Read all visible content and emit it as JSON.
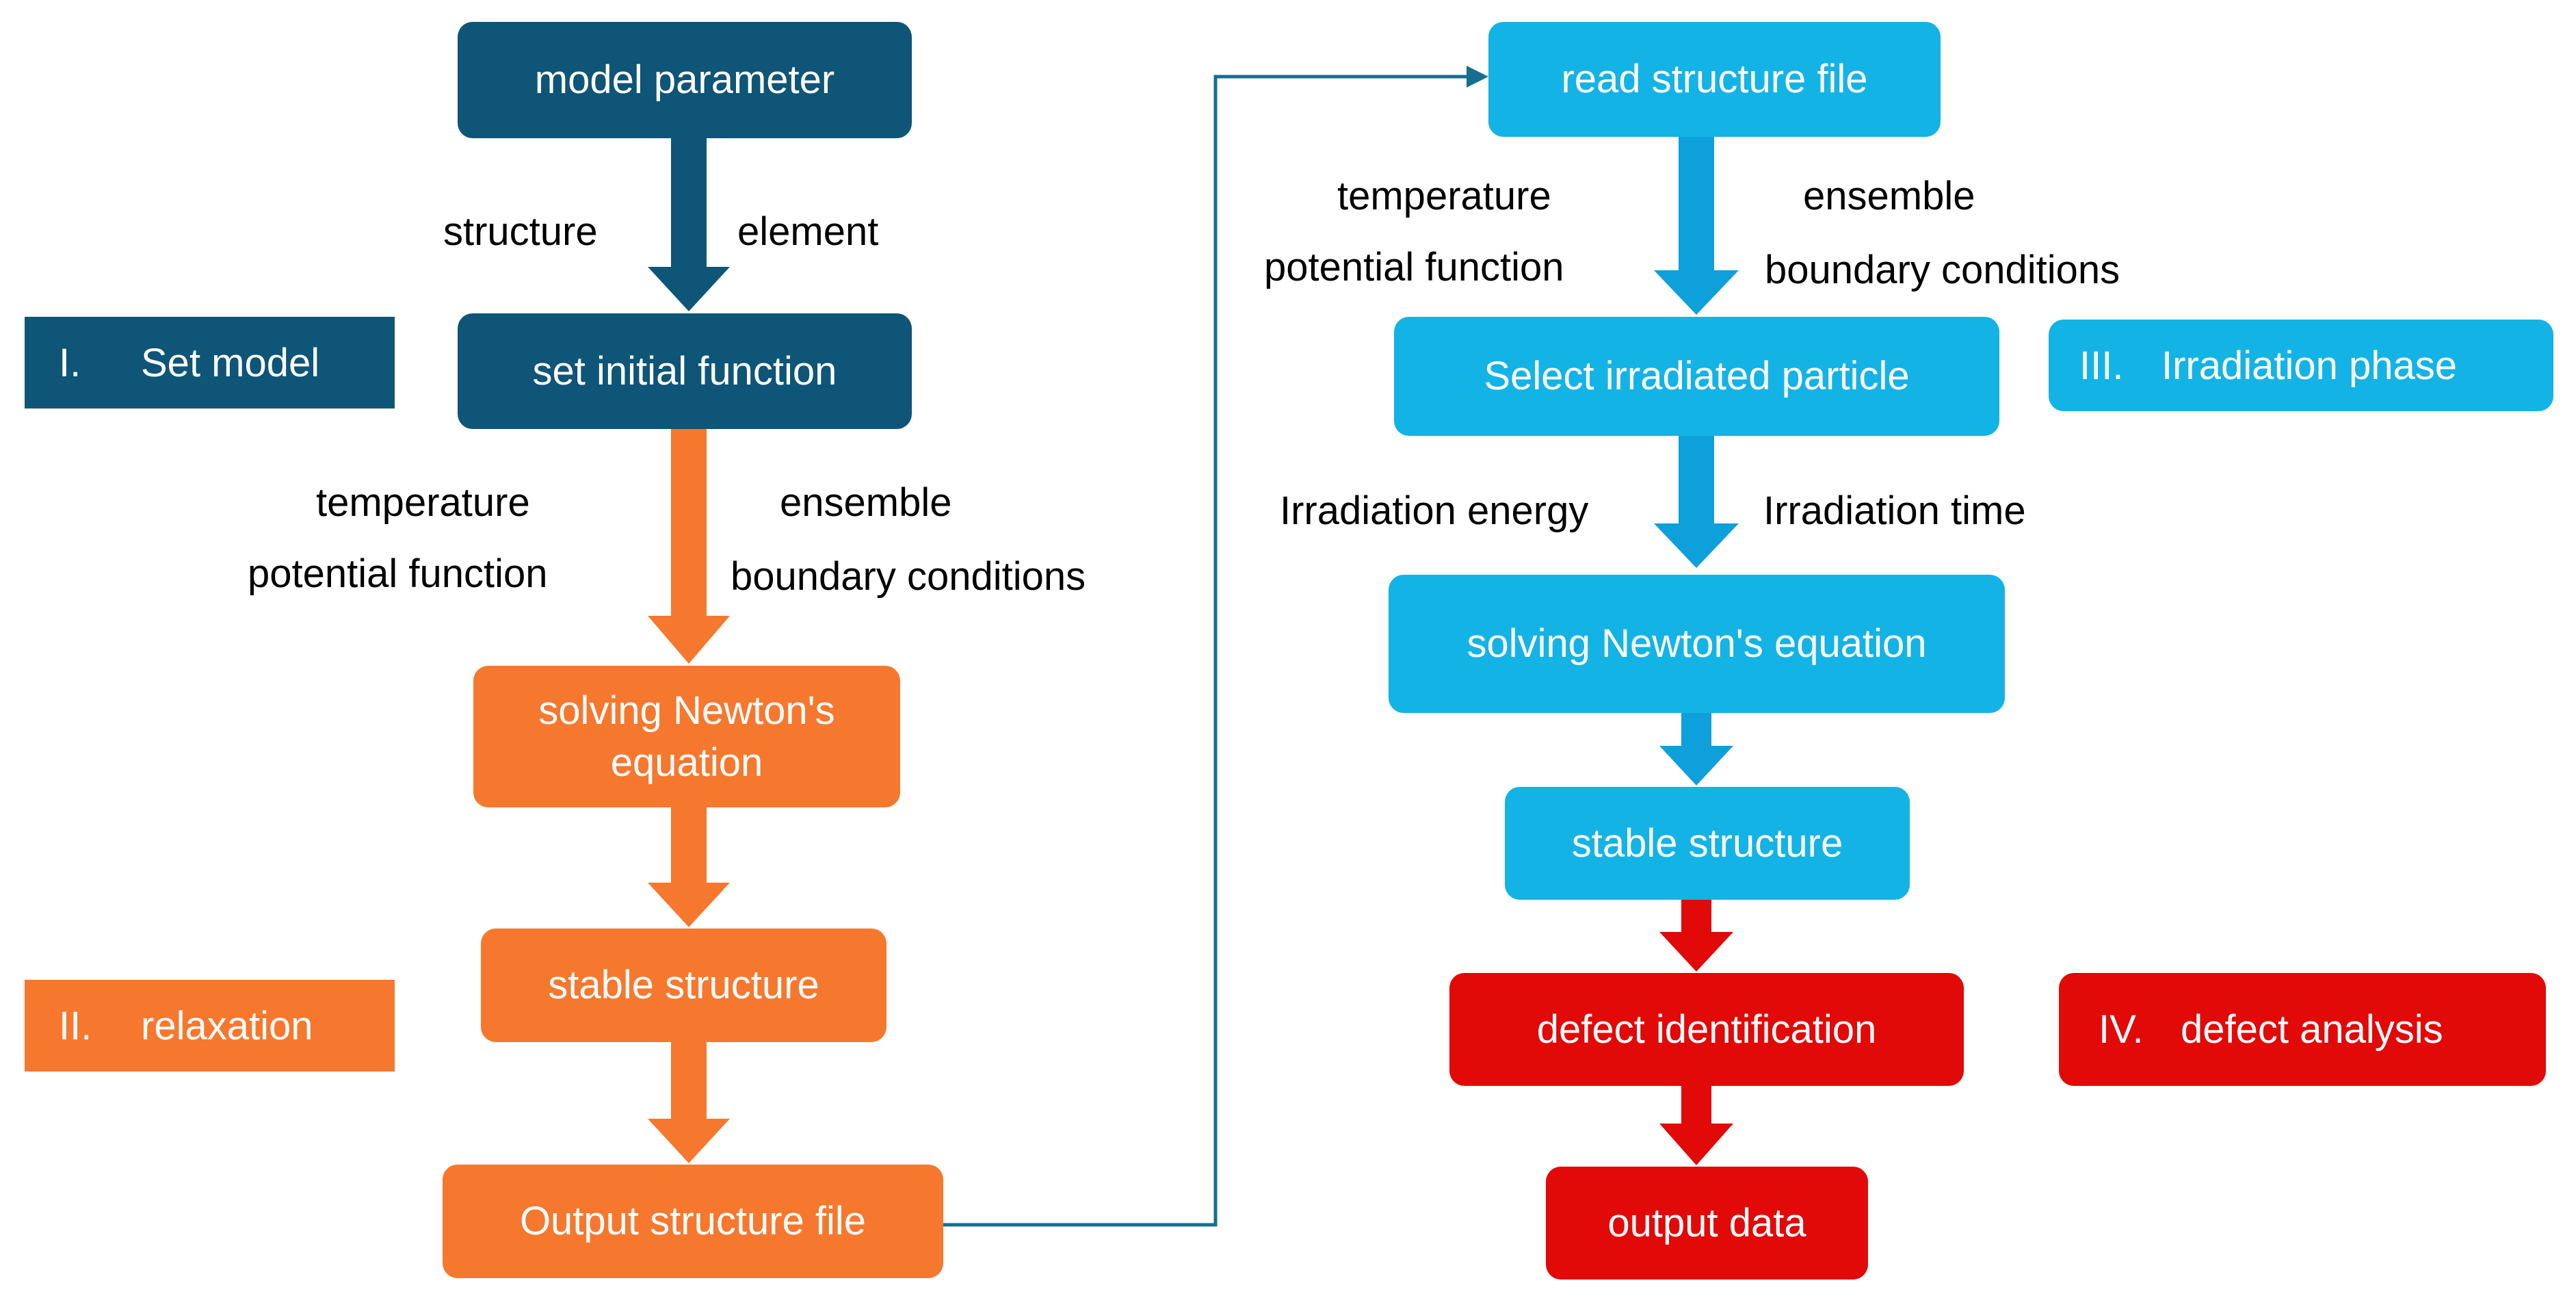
{
  "colors": {
    "dark_blue": "#0e5577",
    "orange": "#f6782e",
    "cyan": "#14b3e6",
    "arrow_blue": "#0ea0da",
    "red": "#e20909",
    "connector": "#166f8e"
  },
  "stages": {
    "set_model": {
      "num": "I.",
      "label": "Set model"
    },
    "relaxation": {
      "num": "II.",
      "label": "relaxation"
    },
    "irradiation": {
      "num": "III.",
      "label": "Irradiation phase"
    },
    "defect": {
      "num": "IV.",
      "label": "defect analysis"
    }
  },
  "nodes": {
    "model_parameter": "model parameter",
    "set_initial_function": "set initial function",
    "solving_newton_left": "solving Newton's equation",
    "stable_structure_left": "stable structure",
    "output_structure_file": "Output structure file",
    "read_structure_file": "read structure file",
    "select_irradiated_particle": "Select irradiated particle",
    "solving_newton_right": "solving Newton's equation",
    "stable_structure_right": "stable structure",
    "defect_identification": "defect identification",
    "output_data": "output data"
  },
  "arrow_labels": {
    "structure": "structure",
    "element": "element",
    "left_temperature": "temperature",
    "left_potential_function": "potential function",
    "left_ensemble": "ensemble",
    "left_boundary_conditions": "boundary conditions",
    "right_temperature": "temperature",
    "right_potential_function": "potential function",
    "right_ensemble": "ensemble",
    "right_boundary_conditions": "boundary conditions",
    "irradiation_energy": "Irradiation energy",
    "irradiation_time": "Irradiation time"
  }
}
